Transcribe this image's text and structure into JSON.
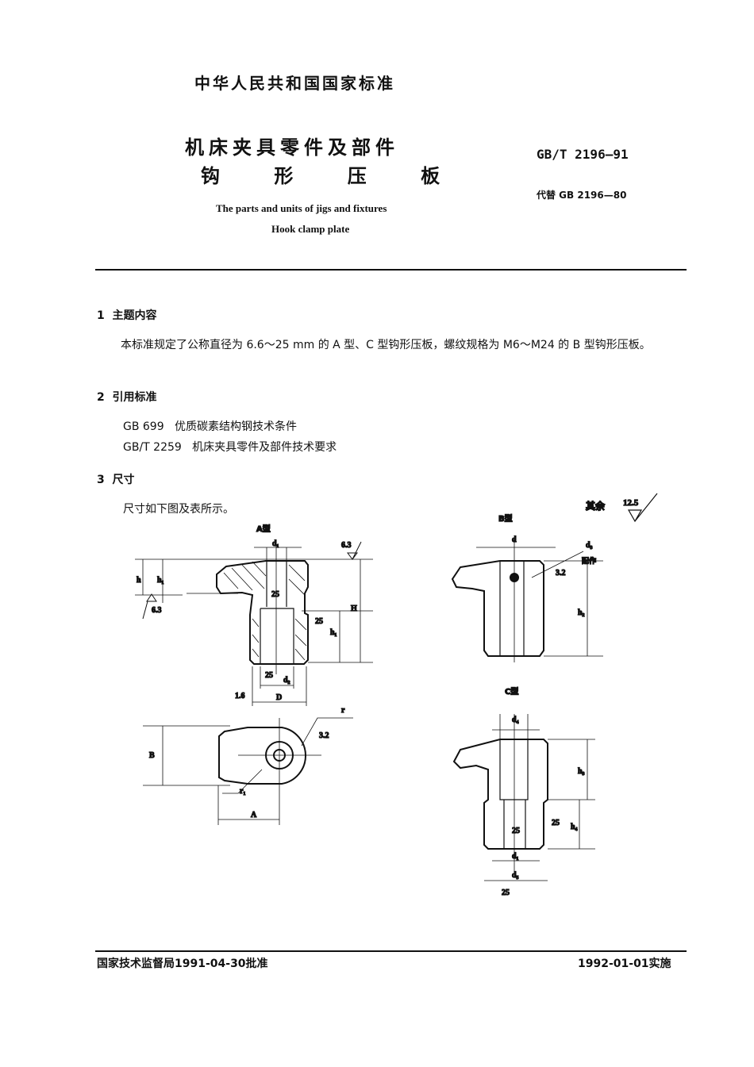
{
  "header": {
    "national_standard": "中华人民共和国国家标准",
    "title_line1": "机床夹具零件及部件",
    "title_line2": "钩 形 压 板",
    "english_line1": "The parts and units of jigs and fixtures",
    "english_line2": "Hook clamp plate",
    "standard_number": "GB/T 2196—91",
    "replaces": "代替 GB 2196—80"
  },
  "sections": [
    {
      "number": "1",
      "title": "主题内容",
      "body": "本标准规定了公称直径为 6.6～25 mm 的 A 型、C 型钩形压板，螺纹规格为 M6～M24 的 B 型钩形压板。"
    },
    {
      "number": "2",
      "title": "引用标准",
      "refs": [
        {
          "code": "GB 699",
          "name": "优质碳素结构钢技术条件"
        },
        {
          "code": "GB/T 2259",
          "name": "机床夹具零件及部件技术要求"
        }
      ]
    },
    {
      "number": "3",
      "title": "尺寸",
      "body": "尺寸如下图及表所示。"
    }
  ],
  "drawing": {
    "rest_roughness_label": "其余",
    "rest_roughness_value": "12.5",
    "type_a": "A型",
    "type_b": "B型",
    "type_c": "C型",
    "a_labels": {
      "d1": "d₁",
      "ra_top": "6.3",
      "h": "h",
      "h1": "h₁",
      "ra_left": "6.3",
      "ra_25a": "25",
      "ra_25b": "25",
      "H": "H",
      "h1b": "h₁",
      "ra_25c": "25",
      "d2": "d₂",
      "ra_16": "1.6",
      "D": "D",
      "r": "r",
      "ra_32": "3.2",
      "B": "B",
      "r1": "r₁",
      "A": "A"
    },
    "b_labels": {
      "d": "d",
      "d3": "d₃",
      "pei": "配作",
      "ra_32": "3.2",
      "h2": "h₂"
    },
    "c_labels": {
      "d4": "d₄",
      "h3": "h₃",
      "ra_25": "25",
      "h4": "h₄",
      "ra_25b": "25",
      "d1": "d₁",
      "d5": "d₅",
      "ra_25c": "25"
    }
  },
  "footer": {
    "approval": "国家技术监督局1991-04-30批准",
    "effective": "1992-01-01实施"
  }
}
